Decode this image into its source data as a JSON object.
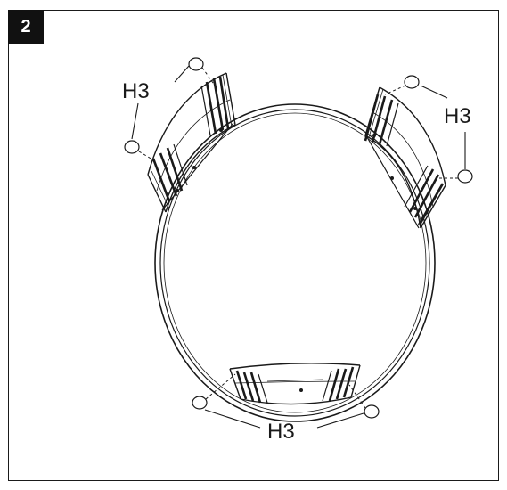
{
  "step": {
    "number": "2"
  },
  "callouts": {
    "top_left": "H3",
    "top_right": "H3",
    "bottom": "H3"
  },
  "colors": {
    "line": "#1a1a1a",
    "background": "#ffffff"
  }
}
